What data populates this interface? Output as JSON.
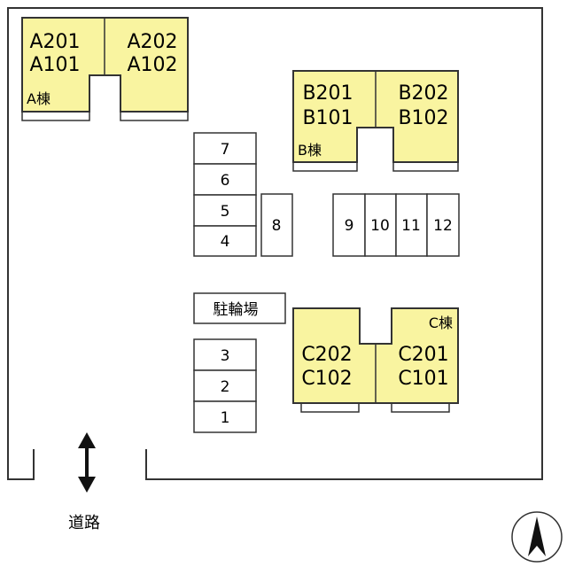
{
  "colors": {
    "building_fill": "#f9f4a0",
    "stroke": "#333333",
    "lot_fill": "#ffffff",
    "arrow": "#111111"
  },
  "buildings": {
    "a": {
      "label": "A棟",
      "left_units": [
        "A201",
        "A101"
      ],
      "right_units": [
        "A202",
        "A102"
      ]
    },
    "b": {
      "label": "B棟",
      "left_units": [
        "B201",
        "B101"
      ],
      "right_units": [
        "B202",
        "B102"
      ]
    },
    "c": {
      "label": "C棟",
      "left_units": [
        "C202",
        "C102"
      ],
      "right_units": [
        "C201",
        "C101"
      ]
    }
  },
  "parking": {
    "stack_upper": [
      "7",
      "6",
      "5",
      "4"
    ],
    "single": "8",
    "row": [
      "9",
      "10",
      "11",
      "12"
    ],
    "stack_lower": [
      "3",
      "2",
      "1"
    ]
  },
  "bicycle_parking": "駐輪場",
  "road_label": "道路",
  "compass": {
    "icon": "north-arrow-icon"
  }
}
